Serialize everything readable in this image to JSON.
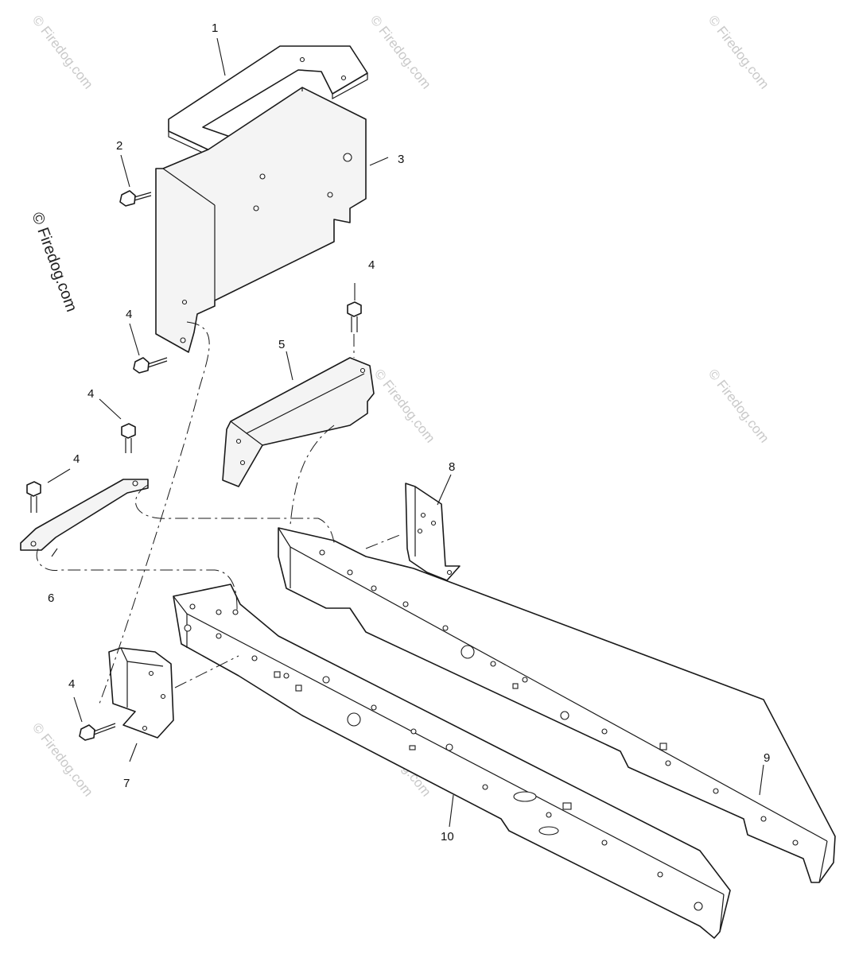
{
  "callouts": {
    "c1": "1",
    "c2": "2",
    "c3": "3",
    "c4a": "4",
    "c4b": "4",
    "c4c": "4",
    "c4d": "4",
    "c4e": "4",
    "c5": "5",
    "c6": "6",
    "c7": "7",
    "c8": "8",
    "c9": "9",
    "c10": "10"
  },
  "watermark": {
    "text": "© Firedog.com",
    "main_text": "© Firedog.com"
  },
  "colors": {
    "line": "#1a1a1a",
    "watermark": "#c9c9c9",
    "background": "#ffffff"
  }
}
